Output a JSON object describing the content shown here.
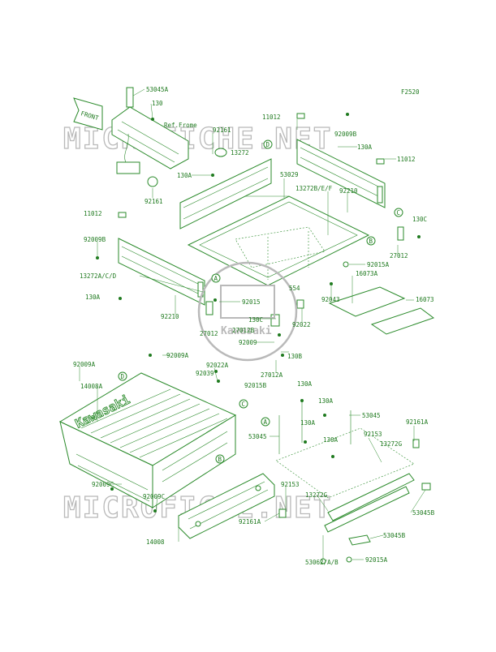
{
  "diagram": {
    "figure_code": "F2520",
    "front_label": "FRONT",
    "ref_frame_label": "Ref.Frome",
    "watermark_text": "MICROFICHE.NET",
    "bed_brand_text": "Kawasaki",
    "logo_text": "Kawasaki",
    "callouts": {
      "a_left": "A",
      "a_small": "A",
      "b_right": "B",
      "b_basket": "B",
      "c_right": "C",
      "c_basket": "C",
      "d_panel": "D",
      "d_basket": "D"
    },
    "labels": [
      "53045A",
      "130",
      "92161",
      "13272",
      "92161",
      "130A",
      "11012",
      "92009B",
      "130A",
      "11012",
      "53029",
      "13272B/E/F",
      "92210",
      "130C",
      "11012",
      "92009B",
      "13272A/C/D",
      "130A",
      "92210",
      "92015",
      "130C",
      "27012B",
      "92009",
      "27012",
      "27012",
      "92015A",
      "16073A",
      "554",
      "92043",
      "16073",
      "92022",
      "130B",
      "27012A",
      "92015B",
      "92009A",
      "92009A",
      "92022A",
      "92039",
      "14008A",
      "130A",
      "130A",
      "53045",
      "130A",
      "53045",
      "130A",
      "92153",
      "92161A",
      "13272G",
      "92009C",
      "92009C",
      "92153",
      "13272G",
      "53045B",
      "92161A",
      "14008",
      "53045B",
      "53062/A/B",
      "92015A"
    ]
  }
}
